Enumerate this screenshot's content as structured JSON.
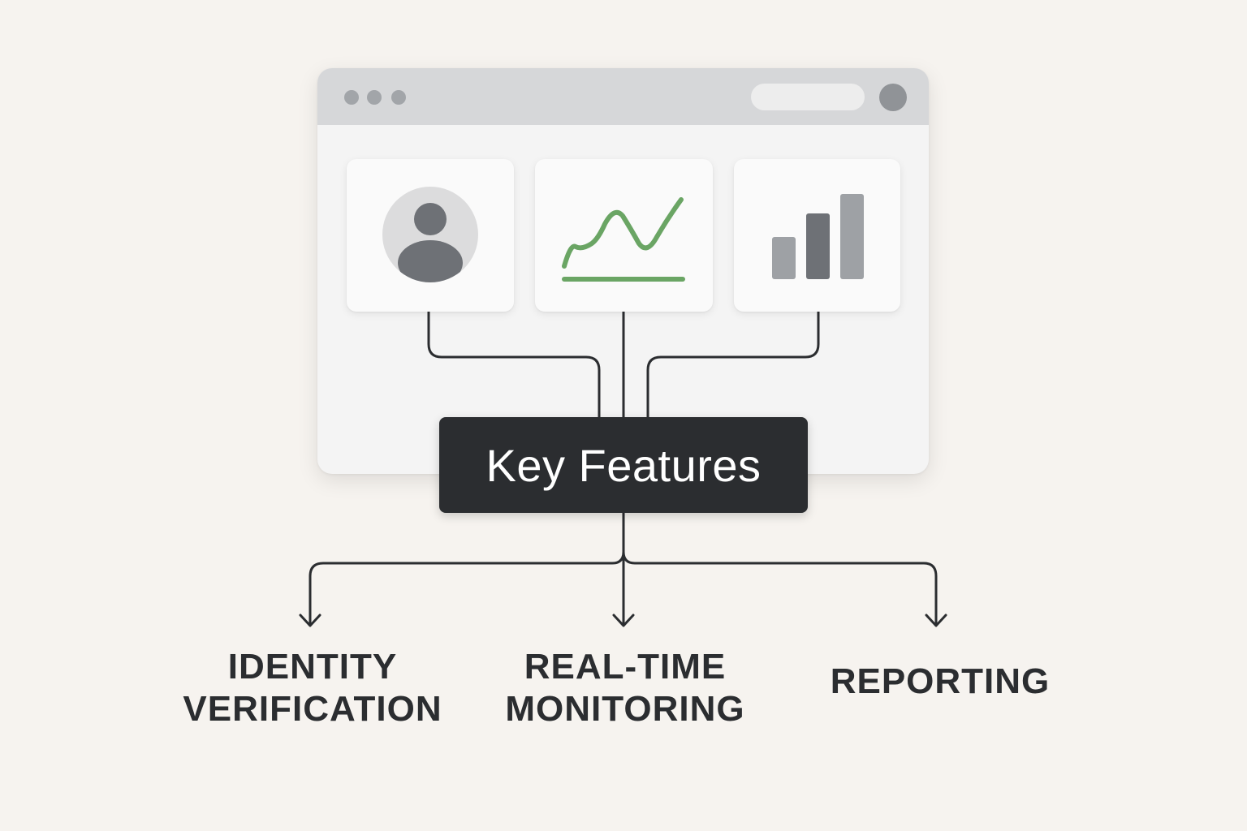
{
  "colors": {
    "background": "#f6f3ef",
    "titlebar": "#d6d7d9",
    "dark": "#2b2d30",
    "chart_green": "#6aa564",
    "icon_gray": "#6e7176"
  },
  "window": {
    "icons": [
      "user-profile-icon",
      "line-chart-icon",
      "bar-chart-icon"
    ]
  },
  "center": {
    "label": "Key Features"
  },
  "features": [
    {
      "line1": "IDENTITY",
      "line2": "VERIFICATION"
    },
    {
      "line1": "REAL-TIME",
      "line2": "MONITORING"
    },
    {
      "line1": "REPORTING"
    }
  ]
}
